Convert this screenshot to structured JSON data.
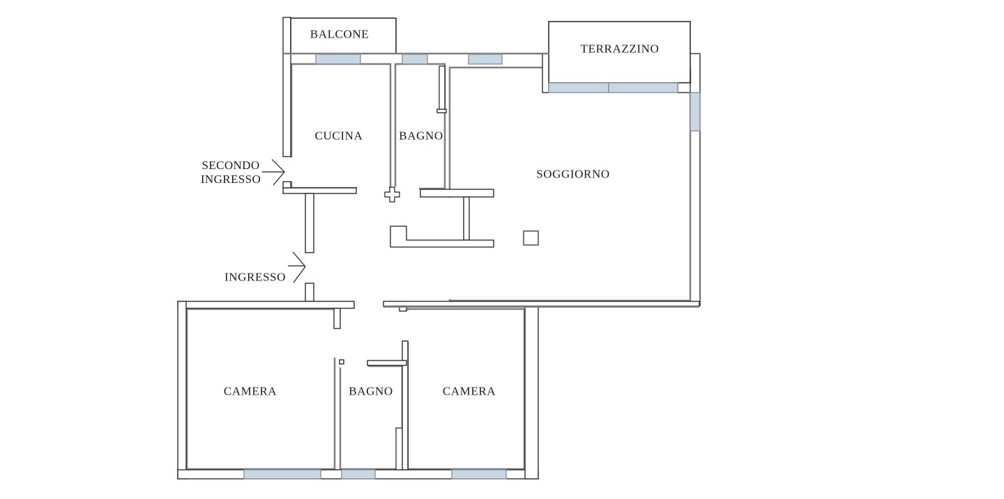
{
  "floorplan": {
    "title": "apartment-floor-plan",
    "rooms": {
      "balcone": "BALCONE",
      "terrazzino": "TERRAZZINO",
      "cucina": "CUCINA",
      "bagno_top": "BAGNO",
      "soggiorno": "SOGGIORNO",
      "camera_left": "CAMERA",
      "bagno_bottom": "BAGNO",
      "camera_right": "CAMERA"
    },
    "annotations": {
      "secondo_ingresso_line1": "SECONDO",
      "secondo_ingresso_line2": "INGRESSO",
      "ingresso": "INGRESSO"
    },
    "colors": {
      "background": "#ffffff",
      "wall_outline": "#1c1c1c",
      "interior_face_gray": "#7e7e7e",
      "window_fill": "#c9d7e2",
      "window_border": "#8a9099"
    }
  }
}
